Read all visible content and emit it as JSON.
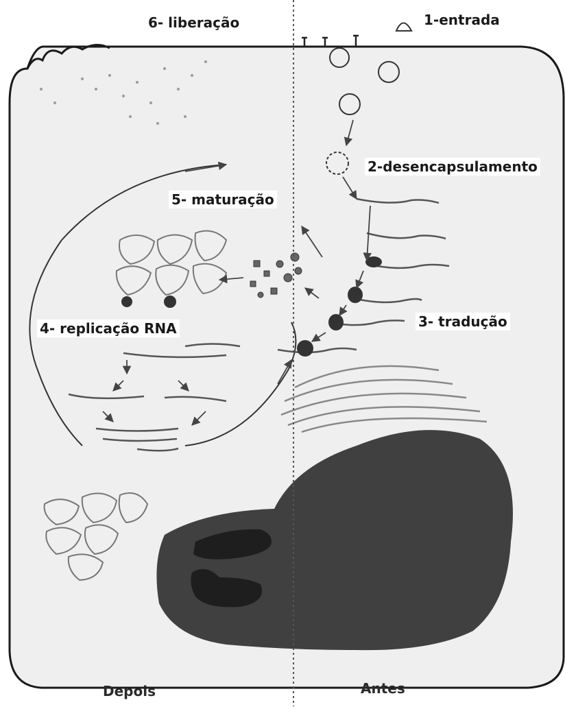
{
  "labels": {
    "step1": "1-entrada",
    "step2": "2-desencapsulamento",
    "step3": "3- tradução",
    "step4": "4- replicação RNA",
    "step5": "5- maturação",
    "step6": "6- liberação"
  },
  "footer": {
    "left": "Depois",
    "right": "Antes"
  },
  "colors": {
    "cytoplasm": "#efefef",
    "nucleus": "#404040",
    "nucleolus": "#1e1e1e",
    "outline": "#1a1a1a"
  }
}
